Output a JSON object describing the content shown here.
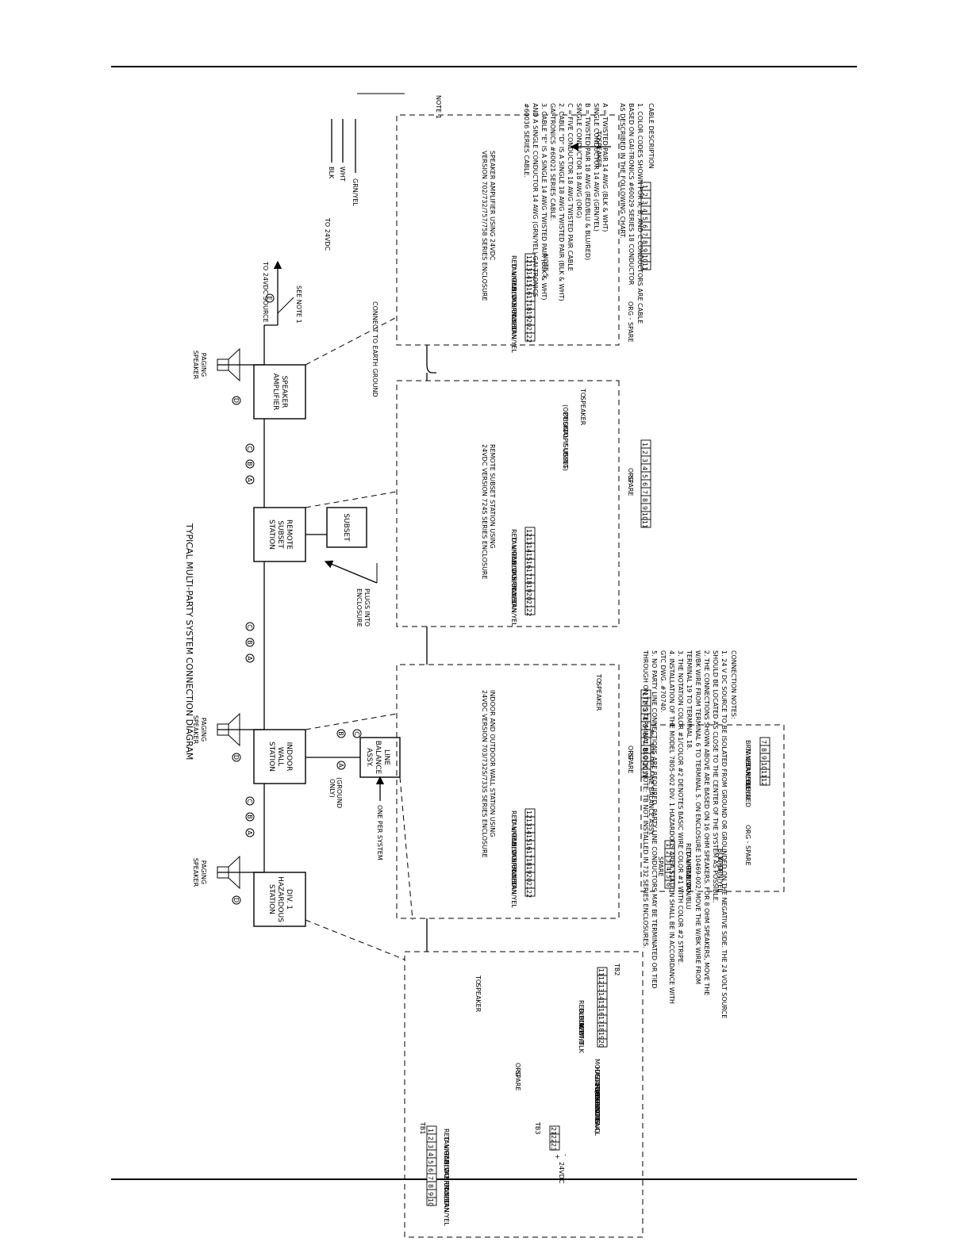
{
  "title": "TYPICAL MULTI-PARTY SYSTEM CONNECTION DIAGRAM",
  "blocks": {
    "div1": [
      "DIV. 1",
      "HAZARDOUS",
      "STATION"
    ],
    "indoor": [
      "INDOOR",
      "WALL",
      "STATION"
    ],
    "line_balance": [
      "LINE",
      "BALANCE",
      "ASSY."
    ],
    "remote": [
      "REMOTE",
      "SUBSET",
      "STATION"
    ],
    "subset": "SUBSET",
    "amp": [
      "SPEAKER",
      "AMPLIFIER"
    ]
  },
  "labels": {
    "paging_speaker": [
      "PAGING",
      "SPEAKER"
    ],
    "ground_only": [
      "(GROUND",
      "ONLY)"
    ],
    "one_per_system": "ONE PER SYSTEM",
    "plugs_into": [
      "PLUGS INTO",
      "ENCLOSURE"
    ],
    "to_24vdc_source": "TO 24VDC SOURCE",
    "see_note_1": "SEE NOTE 1",
    "note_1": "NOTE 1",
    "note_5": "NOTE 5",
    "to_24vdc": "TO 24VDC",
    "connect_earth": "CONNECT TO EARTH GROUND",
    "to_speaker": [
      "TO",
      "SPEAKER"
    ],
    "to_speaker_opt": [
      "TO",
      "SPEAKER",
      "(OPTIONAL IF USING",
      "DESKTOP SUBSET)"
    ],
    "org_spare": "ORG - SPARE",
    "org": "ORG",
    "spare": "SPARE",
    "pwr_wires": [
      "BLK",
      "WHT",
      "GRN/YEL"
    ],
    "tb3_pol": [
      "-",
      "+"
    ],
    "tb3_24": "24VDC",
    "tb3_wires": [
      "GRN/YEL",
      "BLK",
      "WHT"
    ],
    "tb_numbers_1_11": [
      "1",
      "2",
      "3",
      "4",
      "5",
      "6",
      "7",
      "8",
      "9",
      "10",
      "11"
    ],
    "tb_numbers_12_22": [
      "12",
      "13",
      "14",
      "15",
      "16",
      "17",
      "18",
      "19",
      "20",
      "21",
      "22"
    ]
  },
  "cable_letters": [
    "A",
    "B",
    "C",
    "D",
    "E"
  ],
  "amp_section": {
    "title": [
      "SPEAKER AMPLIFIER USING 24VDC",
      "VERSION 702/732/757/758 SERIES ENCLOSURE"
    ],
    "left_wires": [
      "RED",
      "TAN/RED",
      "VIO",
      "TAN/VIO",
      "BLU",
      "TAN/BLU",
      "BRN",
      "TAN/BRN",
      "YEL",
      "TAN/YEL"
    ],
    "mid_wires": [
      "BLK",
      "WHT",
      "GRN/YEL",
      "",
      "",
      "",
      "",
      "RED/BLU",
      "BLU/RED"
    ],
    "right_wires": [
      "BLK",
      "WHT",
      "GRN/YEL",
      "BLK/WHT",
      "",
      "WHT/BLK",
      "",
      "",
      "",
      "",
      ""
    ]
  },
  "remote_section": {
    "title": [
      "REMOTE SUBSET STATION USING",
      "24VDC VERSION 724S SERIES ENCLOSURE"
    ],
    "left_wires": [
      "RED",
      "TAN/RED",
      "VIO",
      "TAN/VIO",
      "BLU",
      "TAN/BLU",
      "BRN",
      "TAN/BRN",
      "YEL",
      "TAN/YEL"
    ],
    "mid_wires": [
      "BLK",
      "WHT",
      "GRN/YEL",
      "",
      "",
      "",
      "RED/BLU",
      "BLU/RED"
    ],
    "right_wires": [
      "BLK",
      "WHT",
      "GRN/YEL",
      "BLK/WHT",
      "",
      "WHT/BLK",
      "",
      "RED/BLU",
      "BLU/RED",
      "",
      ""
    ]
  },
  "indoor_section": {
    "title": [
      "INDOOR AND OUTDOOR WALL STATION USING",
      "24VDC VERSION 703/732S/733S SERIES ENCLOSURE"
    ],
    "left_wires": [
      "RED",
      "TAN/RED",
      "VIO",
      "TAN/VIO",
      "BLU",
      "TAN/BLU",
      "BRN",
      "TAN/BRN",
      "YEL",
      "TAN/YEL"
    ],
    "mid_wires": [
      "BLK",
      "WHT",
      "GRN/YEL",
      "BLK",
      "WHT",
      "ORG",
      "RED/BLU",
      "BLU/RED"
    ],
    "right_wires": [
      "BLK",
      "WHT",
      "GRN/YEL",
      "BLK/WHT",
      "",
      "WHT/BLK",
      "",
      "RED/BLU",
      "BLU/RED",
      "",
      ""
    ]
  },
  "line_balance_section": {
    "title": "No. 305-001 LINE BALANCE ASSY.",
    "wires_1_6": [
      "RED",
      "TAN/RED",
      "VIO",
      "TAN/VIO",
      "BLU",
      "TAN/BLU"
    ],
    "wires_7_12": [
      "BRN",
      "TAN/BRN",
      "YEL",
      "TAN/YEL",
      "RED/BLU",
      "BLU/RED"
    ],
    "spare_wires": [
      "BLK",
      "WHT",
      "GRN/YEL"
    ],
    "numbers_1_6": [
      "1",
      "2",
      "3",
      "4",
      "5",
      "6"
    ],
    "numbers_7_12": [
      "7",
      "8",
      "9",
      "10",
      "11",
      "12"
    ]
  },
  "hazardous_section": {
    "tb1": "TB1",
    "tb2": "TB2",
    "tb3": "TB3",
    "tb1_wires": [
      "RED",
      "TAN/RED",
      "VIO",
      "TAN/VIO",
      "BLU",
      "TAN/BLU",
      "BRN",
      "TAN/BRN",
      "YEL",
      "TAN/YEL"
    ],
    "tb1_numbers": [
      "1",
      "2",
      "3",
      "4",
      "5",
      "6",
      "7",
      "8",
      "9",
      "10"
    ],
    "tb2_wires": [
      "RED/BLU",
      "BLU/RED",
      "BLK/WHT",
      "WHT/BLK"
    ],
    "tb2_numbers": [
      "11",
      "12",
      "13",
      "14",
      "15",
      "16",
      "17",
      "18",
      "19",
      "20"
    ],
    "tb3_numbers": [
      "21",
      "22",
      "23"
    ],
    "model": [
      "MODEL 7805-002",
      "HAZARDOUS AREA",
      "STATION USING",
      "10469-002 ENCL",
      "(SEE NOTE 4)"
    ]
  },
  "connection_notes": {
    "heading": "CONNECTION NOTES:",
    "lines": [
      "1.  24 V DC SOURCE TO BE ISOLATED FROM GROUND OR GROUNDED ON THE NEGATIVE SIDE.  THE 24 VOLT SOURCE",
      "     SHOULD BE LOCATED AS CLOSE TO THE CENTER OF THE SYSTEM AS POSSIBLE.",
      "2.  THE CONNECTIONS SHOWN ABOVE ARE BASED ON 16 OHM SPEAKERS.  FOR 8 OHM SPEAKERS, MOVE THE",
      "     W/BK WIRE FROM TERMINAL 6 TO TERMINAL 5.  ON ENCLOSURE 10469-002, MOVE THE W/BK WIRE FROM",
      "     TERMINAL 19 TO TERMINAL 18.",
      "3.  THE NOTATION COLOR #1/COLOR #2 DENOTES BASIC WIRE COLOR #1 WITH COLOR #2 STRIPE.",
      "4.  INSTALLATION OF THE MODEL 7805-002 DIV. 1 HAZARDOUS AREA STATION SHALL BE IN ACCORDANCE WITH",
      "     GTC DWG. #70740.",
      "5.  NO PARTY LINE CONNECTIONS ARE REQUIRED.  PARTY LINE CONDUCTORS MAY BE TERMINATED OR TIED",
      "     THROUGH ON THIS TERMINAL BLOCK.  NOTE:  TB NOT INSTALLED IN 732 SERIES ENCLOSURES."
    ]
  },
  "cable_description": {
    "heading": "CABLE DESCRIPTION",
    "lines": [
      "1.  COLOR CODES SHOWN FOR A, B, AND C CONDUCTORS ARE CABLE",
      "     BASED ON GAI-TRONICS #60029 SERIES 18 CONDUCTOR",
      "     AS DESCRIBED IN THE FOLLOWING CHART.",
      "",
      "                 A = TWISTED PAIR 14 AWG (BLK & WHT)",
      "                       SINGLE CONDUCTOR 14 AWG (GRN/YEL)",
      "                 B = TWISTED PAIR 18 AWG (RED/BLU & BLU/RED)",
      "                       SINGLE CONDUCTOR 18 AWG (ORG)",
      "                 C = FIVE CONDUCTOR 18 AWG TWISTED PAIR CABLE",
      "2.  CABLE \"D\" IS A SINGLE 18 AWG TWISTED PAIR (BLK & WHT)",
      "     GAI-TRONICS #60021 SERIES CABLE.",
      "3.  CABLE \"E\" IS A SINGLE 14 AWG TWISTED PAIR (BLK & WHT)",
      "     AND A SINGLE CONDUCTOR 14 AWG (GRN/YEL) GAI-TRONICS",
      "     #60036 SERIES CABLE."
    ]
  }
}
